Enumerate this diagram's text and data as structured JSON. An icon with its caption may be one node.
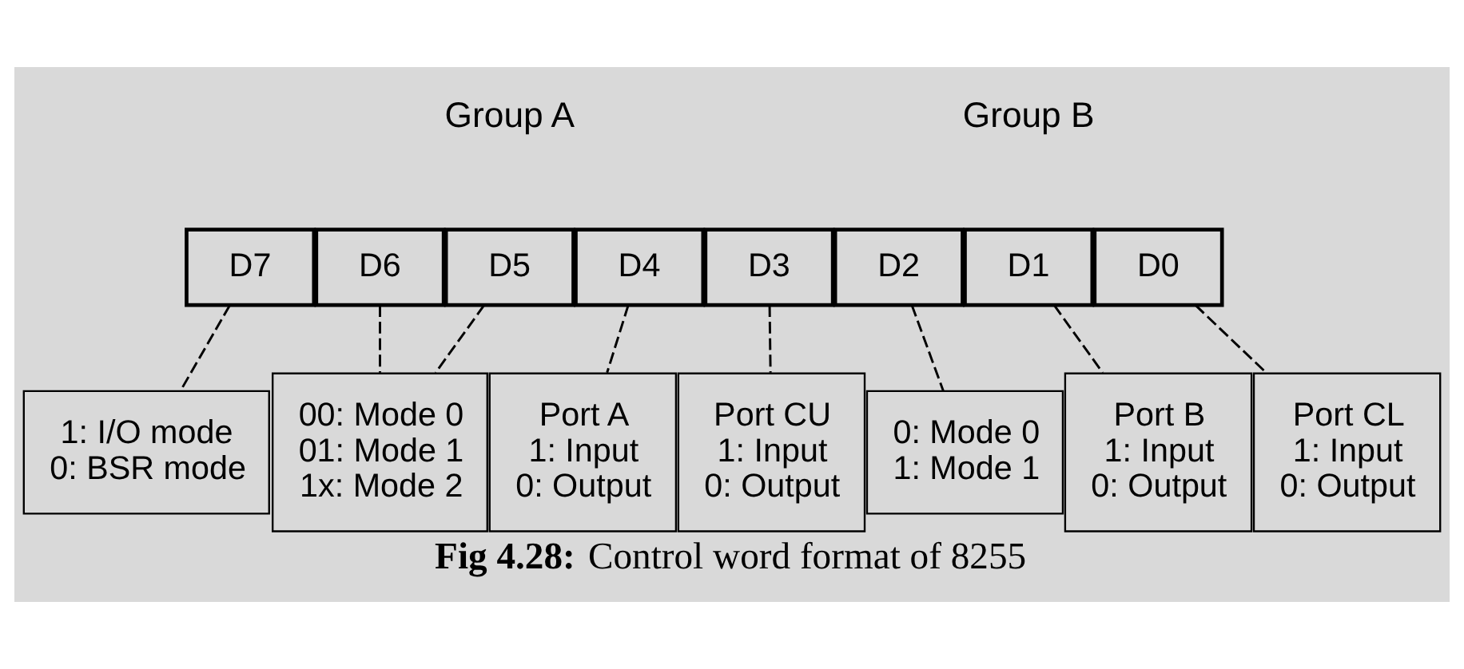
{
  "diagram": {
    "caption": "**Fig 4.28:** Control word format of 8255",
    "nodes": [
      {
        "text": [
          "D7"
        ]
      },
      {
        "text": [
          "D6"
        ]
      },
      {
        "text": [
          "D5"
        ]
      },
      {
        "text": [
          "D4"
        ]
      },
      {
        "text": [
          "D3"
        ]
      },
      {
        "text": [
          "D2"
        ]
      },
      {
        "text": [
          "D1"
        ]
      },
      {
        "text": [
          "D0"
        ]
      },
      {
        "text": [
          "1: I/O mode",
          "0: BSR mode"
        ]
      },
      {
        "text": [
          "00: Mode 0",
          "01: Mode 1",
          "1x: Mode 2"
        ]
      },
      {
        "text": [
          "Port A",
          "1: Input",
          "0: Output"
        ]
      },
      {
        "text": [
          "Port CU",
          "1: Input",
          "0: Output"
        ]
      },
      {
        "text": [
          "0: Mode 0",
          "1: Mode 1"
        ]
      },
      {
        "text": [
          "Port B",
          "1: Input",
          "0: Output"
        ]
      },
      {
        "text": [
          "Port CL",
          "1: Input",
          "0: Output"
        ]
      }
    ],
    "edges": [
      {
        "from": 0,
        "to": 8,
        "arrow": "none",
        "style": "dashed"
      },
      {
        "from": 1,
        "to": 9,
        "arrow": "none",
        "style": "dashed"
      },
      {
        "from": 2,
        "to": 9,
        "arrow": "none",
        "style": "dashed"
      },
      {
        "from": 3,
        "to": 10,
        "arrow": "none",
        "style": "dashed"
      },
      {
        "from": 4,
        "to": 11,
        "arrow": "none",
        "style": "dashed"
      },
      {
        "from": 5,
        "to": 12,
        "arrow": "none",
        "style": "dashed"
      },
      {
        "from": 6,
        "to": 13,
        "arrow": "none",
        "style": "dashed"
      },
      {
        "from": 7,
        "to": 14,
        "arrow": "none",
        "style": "dashed"
      }
    ],
    "labels": [
      "Group A",
      "Group B"
    ]
  }
}
